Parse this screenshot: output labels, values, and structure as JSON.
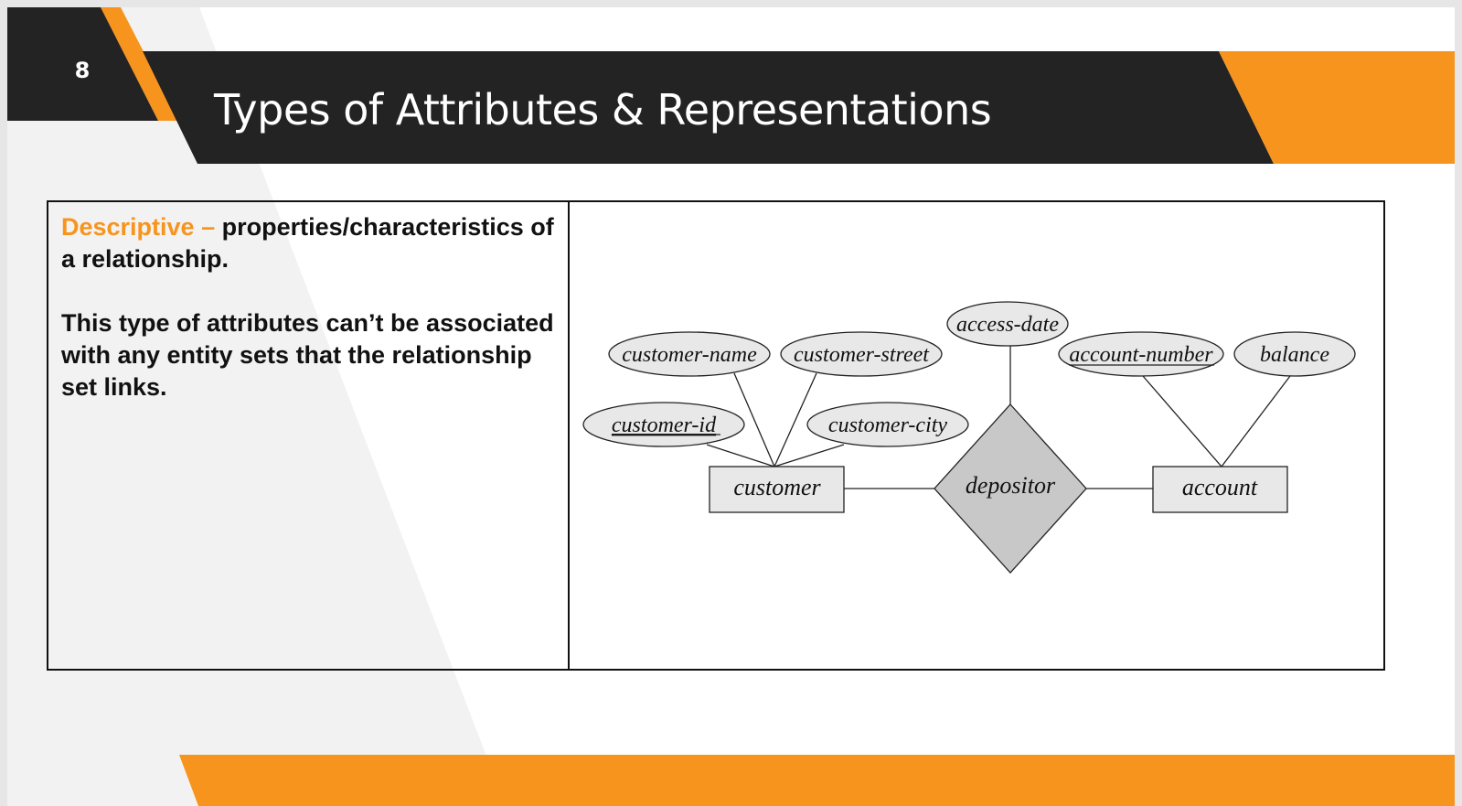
{
  "slide": {
    "number": "8",
    "title": "Types of Attributes & Representations"
  },
  "content": {
    "term": "Descriptive",
    "dash": " – ",
    "definition": "properties/characteristics of a relationship.",
    "note": "This type of attributes can’t be associated with any entity sets that the relationship set links."
  },
  "diagram": {
    "entities": {
      "customer": "customer",
      "account": "account"
    },
    "relationship": "depositor",
    "attributes": {
      "customer_name": "customer-name",
      "customer_street": "customer-street",
      "customer_id": "customer-id",
      "customer_city": "customer-city",
      "access_date": "access-date",
      "account_number": "account-number",
      "balance": "balance"
    },
    "primary_keys": [
      "customer-id",
      "account-number"
    ]
  },
  "colors": {
    "accent": "#f7941d",
    "dark_band": "#232323",
    "shape_fill": "#e8e8e8",
    "relationship_fill": "#c8c8c8"
  }
}
